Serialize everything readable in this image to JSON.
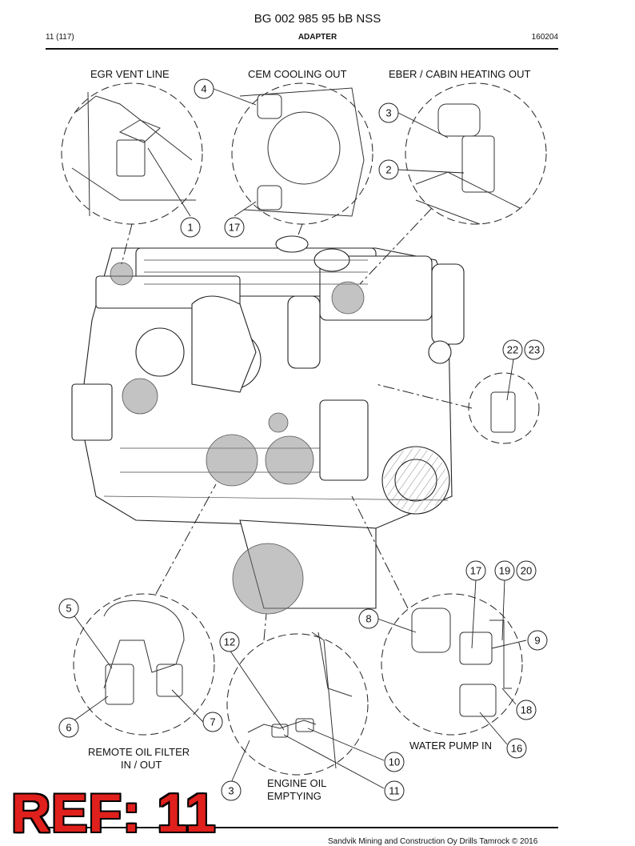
{
  "header": {
    "doc_title": "BG 002 985 95 bB NSS",
    "page": "11 (117)",
    "section": "ADAPTER",
    "date": "160204"
  },
  "labels": {
    "egr": "EGR VENT LINE",
    "cem": "CEM COOLING OUT",
    "eber": "EBER / CABIN HEATING OUT",
    "remote_1": "REMOTE OIL FILTER",
    "remote_2": "IN / OUT",
    "water": "WATER PUMP IN",
    "oil_1": "ENGINE OIL",
    "oil_2": "EMPTYING"
  },
  "callouts": {
    "c1": "1",
    "c2": "2",
    "c3a": "3",
    "c3b": "3",
    "c4": "4",
    "c5": "5",
    "c6": "6",
    "c7": "7",
    "c8": "8",
    "c9": "9",
    "c10": "10",
    "c11": "11",
    "c12": "12",
    "c16": "16",
    "c17a": "17",
    "c17b": "17",
    "c18": "18",
    "c19": "19",
    "c20": "20",
    "c22": "22",
    "c23": "23"
  },
  "footer": {
    "copyright": "Sandvik Mining and Construction Oy Drills Tamrock © 2016"
  },
  "stamp": "REF: 11"
}
